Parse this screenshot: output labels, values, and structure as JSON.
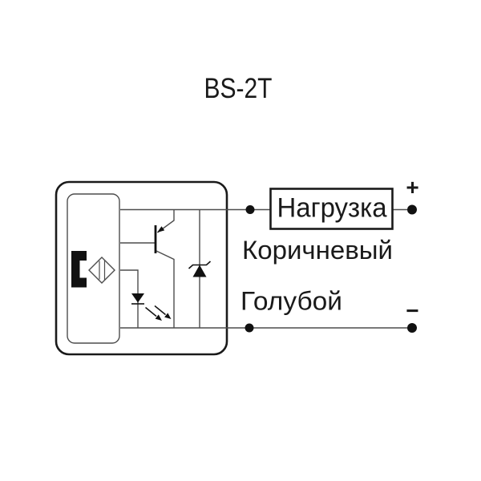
{
  "title": "BS-2T",
  "load": {
    "label": "Нагрузка"
  },
  "wires": {
    "positive": {
      "label": "Коричневый",
      "terminal_sign": "+"
    },
    "negative": {
      "label": "Голубой",
      "terminal_sign": "−"
    }
  },
  "symbols": {
    "sensor_core": "inductive-sensing-element",
    "oscillator": "diamond-oscillator",
    "transistor": "pnp-output-transistor",
    "zener": "zener-protection-diode",
    "led": "indicator-led"
  },
  "colors": {
    "ink": "#1a1a1a",
    "line": "#4d4d4d",
    "background": "#ffffff"
  }
}
